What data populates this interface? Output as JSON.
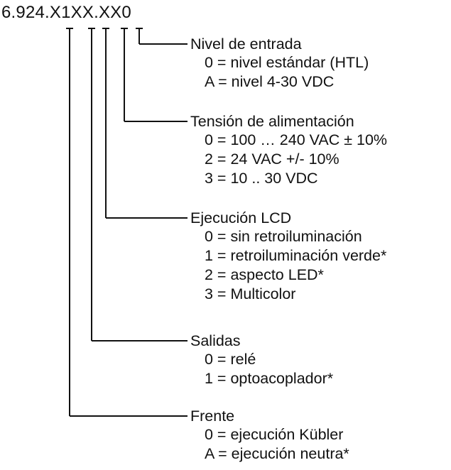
{
  "code": "6.924.X1XX.XX0",
  "colors": {
    "text": "#111111",
    "lines": "#111111",
    "background": "#ffffff"
  },
  "groups": [
    {
      "title": "Nivel de entrada",
      "options": [
        "0 = nivel estándar (HTL)",
        "A = nivel 4-30 VDC"
      ]
    },
    {
      "title": "Tensión de alimentación",
      "options": [
        "0 = 100 … 240 VAC ± 10%",
        "2 = 24 VAC +/- 10%",
        "3 = 10 .. 30 VDC"
      ]
    },
    {
      "title": "Ejecución LCD",
      "options": [
        "0 = sin retroiluminación",
        "1 = retroiluminación verde*",
        "2 = aspecto LED*",
        "3 = Multicolor"
      ]
    },
    {
      "title": "Salidas",
      "options": [
        "0 = relé",
        "1 = optoacoplador*"
      ]
    },
    {
      "title": "Frente",
      "options": [
        "0 = ejecución Kübler",
        "A = ejecución neutra*"
      ]
    }
  ]
}
